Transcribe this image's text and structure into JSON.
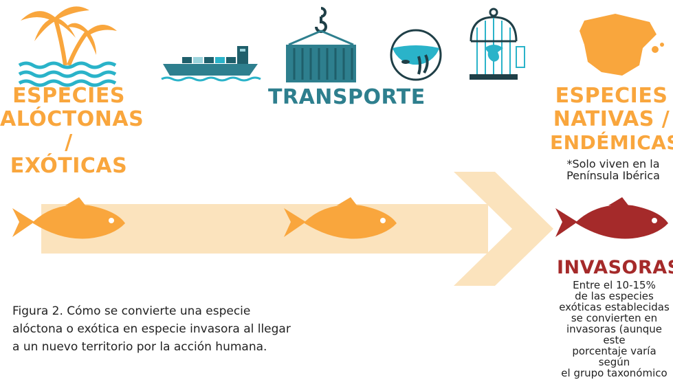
{
  "headings": {
    "alien_line1": "ESPECIES",
    "alien_line2": "ALÓCTONAS /",
    "alien_line3": "EXÓTICAS",
    "transport": "TRANSPORTE",
    "native_line1": "ESPECIES",
    "native_line2": "NATIVAS /",
    "native_line3": "ENDÉMICAS*",
    "invasive": "INVASORAS"
  },
  "notes": {
    "endemic_line1": "*Solo viven en la",
    "endemic_line2": "Península Ibérica",
    "invasive_lines": [
      "Entre el 10-15%",
      "de las especies",
      "exóticas establecidas",
      "se convierten en",
      "invasoras (aunque este",
      "porcentaje varía según",
      "el grupo taxonómico"
    ]
  },
  "caption_lines": [
    "Figura 2. Cómo se convierte una especie",
    "alóctona o exótica en especie invasora al llegar",
    "a un nuevo territorio por la acción humana."
  ],
  "colors": {
    "orange": "#f9a63d",
    "teal": "#2e7f8e",
    "red": "#a52a2a",
    "arrow": "#fbe3bd"
  },
  "icons": [
    "palm-island-icon",
    "cargo-ship-icon",
    "container-crane-icon",
    "aquarium-icon",
    "birdcage-icon",
    "iberian-peninsula-icon",
    "fish-icon"
  ]
}
